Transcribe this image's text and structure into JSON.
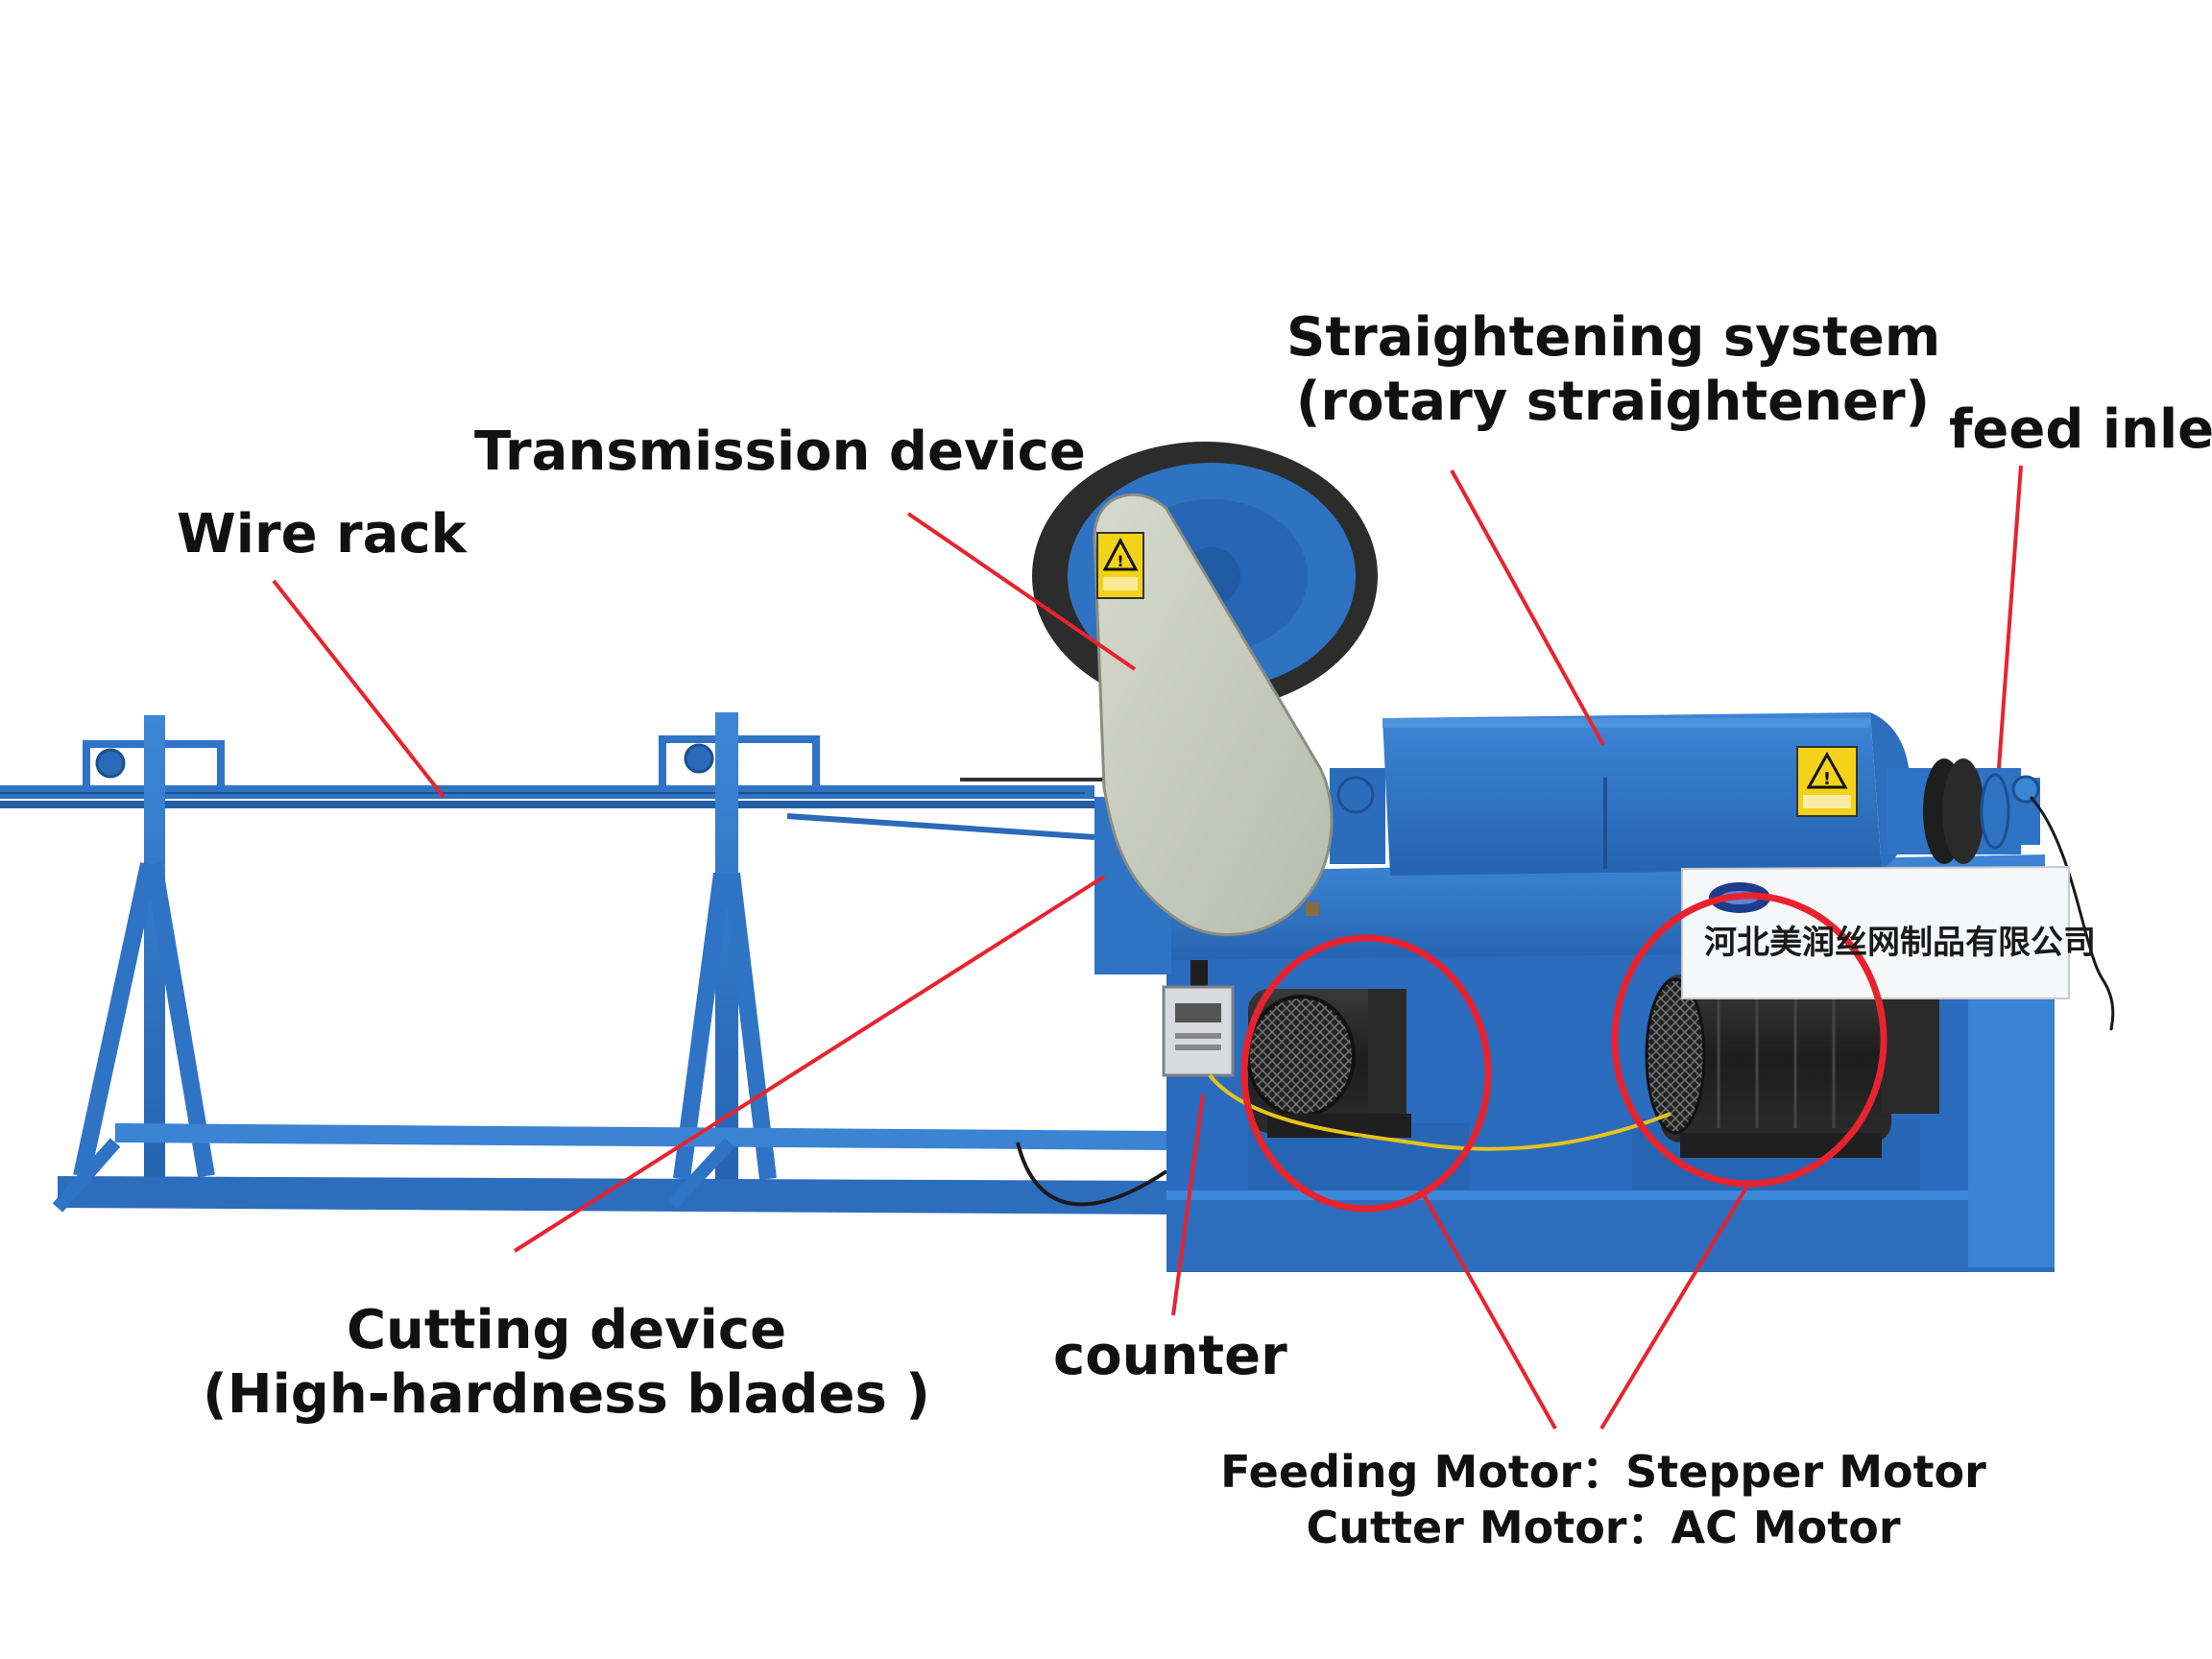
{
  "labels": {
    "wire_rack": "Wire rack",
    "transmission": "Transmission device",
    "straightening_line1": "Straightening system",
    "straightening_line2": "(rotary straightener)",
    "feed_inlet": "feed inlet",
    "cutting_line1": "Cutting device",
    "cutting_line2": "(High-hardness blades )",
    "counter": "counter",
    "motors_line1": "Feeding Motor：Stepper Motor",
    "motors_line2": "Cutter Motor：AC Motor"
  },
  "nameplate": {
    "company": "河北美润丝网制品有限公司"
  },
  "colors": {
    "machine_blue": "#2f73c4",
    "belt_cover": "#c9ccbf",
    "callout_red": "#e8232e",
    "motor_black": "#232323",
    "warning_yellow": "#f3d21a"
  }
}
